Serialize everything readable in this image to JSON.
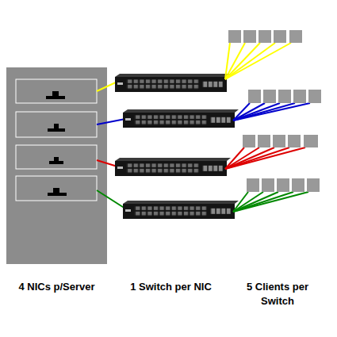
{
  "diagram": {
    "labels": [
      "4 NICs p/Server",
      "1 Switch per NIC",
      "5 Clients per Switch"
    ]
  }
}
